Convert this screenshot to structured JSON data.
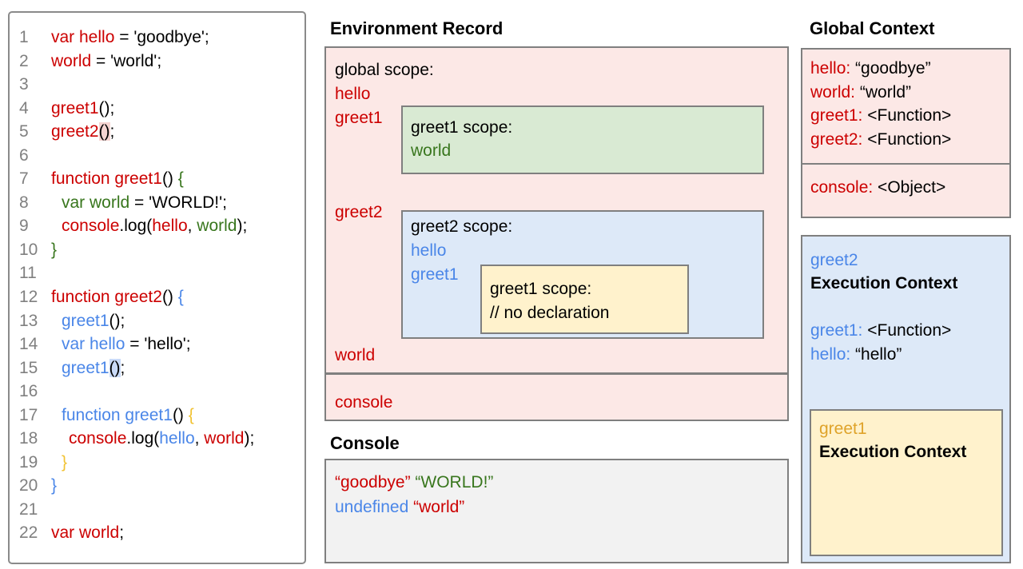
{
  "colors": {
    "accent_red": "#cc0000",
    "accent_green": "#38761d",
    "accent_blue": "#4a86e8",
    "accent_gold": "#f1c232",
    "pink_bg": "#fce8e6",
    "green_bg": "#d9ead3",
    "blue_bg": "#dde9f8",
    "yellow_bg": "#fff2cc",
    "gray_bg": "#f2f2f2"
  },
  "code_panel": {
    "lines": [
      {
        "num": "1",
        "indent": 0,
        "segs": [
          {
            "t": "var hello",
            "c": "red"
          },
          {
            "t": " = 'goodbye';",
            "c": "black"
          }
        ]
      },
      {
        "num": "2",
        "indent": 0,
        "segs": [
          {
            "t": "world",
            "c": "red"
          },
          {
            "t": " = 'world';",
            "c": "black"
          }
        ]
      },
      {
        "num": "3",
        "indent": 0,
        "segs": []
      },
      {
        "num": "4",
        "indent": 0,
        "segs": [
          {
            "t": "greet1",
            "c": "red"
          },
          {
            "t": "();",
            "c": "black"
          }
        ]
      },
      {
        "num": "5",
        "indent": 0,
        "segs": [
          {
            "t": "greet2",
            "c": "red"
          },
          {
            "t": "()",
            "c": "black",
            "hl": "pink"
          },
          {
            "t": ";",
            "c": "black"
          }
        ]
      },
      {
        "num": "6",
        "indent": 0,
        "segs": []
      },
      {
        "num": "7",
        "indent": 0,
        "segs": [
          {
            "t": "function greet1",
            "c": "red"
          },
          {
            "t": "() ",
            "c": "black"
          },
          {
            "t": "{",
            "c": "green"
          }
        ]
      },
      {
        "num": "8",
        "indent": 1,
        "segs": [
          {
            "t": "var world",
            "c": "green"
          },
          {
            "t": " = 'WORLD!';",
            "c": "black"
          }
        ]
      },
      {
        "num": "9",
        "indent": 1,
        "segs": [
          {
            "t": "console",
            "c": "red"
          },
          {
            "t": ".log(",
            "c": "black"
          },
          {
            "t": "hello",
            "c": "red"
          },
          {
            "t": ", ",
            "c": "black"
          },
          {
            "t": "world",
            "c": "green"
          },
          {
            "t": ");",
            "c": "black"
          }
        ]
      },
      {
        "num": "10",
        "indent": 0,
        "segs": [
          {
            "t": "}",
            "c": "green"
          }
        ]
      },
      {
        "num": "11",
        "indent": 0,
        "segs": []
      },
      {
        "num": "12",
        "indent": 0,
        "segs": [
          {
            "t": "function greet2",
            "c": "red"
          },
          {
            "t": "() ",
            "c": "black"
          },
          {
            "t": "{",
            "c": "blue"
          }
        ]
      },
      {
        "num": "13",
        "indent": 1,
        "segs": [
          {
            "t": "greet1",
            "c": "blue"
          },
          {
            "t": "();",
            "c": "black"
          }
        ]
      },
      {
        "num": "14",
        "indent": 1,
        "segs": [
          {
            "t": "var hello",
            "c": "blue"
          },
          {
            "t": " = 'hello';",
            "c": "black"
          }
        ]
      },
      {
        "num": "15",
        "indent": 1,
        "segs": [
          {
            "t": "greet1",
            "c": "blue"
          },
          {
            "t": "()",
            "c": "black",
            "hl": "blue"
          },
          {
            "t": ";",
            "c": "black"
          }
        ]
      },
      {
        "num": "16",
        "indent": 0,
        "segs": []
      },
      {
        "num": "17",
        "indent": 1,
        "segs": [
          {
            "t": "function greet1",
            "c": "blue"
          },
          {
            "t": "() ",
            "c": "black"
          },
          {
            "t": "{",
            "c": "gold"
          }
        ]
      },
      {
        "num": "18",
        "indent": 2,
        "segs": [
          {
            "t": "console",
            "c": "red"
          },
          {
            "t": ".log(",
            "c": "black"
          },
          {
            "t": "hello",
            "c": "blue"
          },
          {
            "t": ", ",
            "c": "black"
          },
          {
            "t": "world",
            "c": "red"
          },
          {
            "t": ");",
            "c": "black"
          }
        ]
      },
      {
        "num": "19",
        "indent": 1,
        "segs": [
          {
            "t": "}",
            "c": "gold"
          }
        ]
      },
      {
        "num": "20",
        "indent": 0,
        "segs": [
          {
            "t": "}",
            "c": "blue"
          }
        ]
      },
      {
        "num": "21",
        "indent": 0,
        "segs": []
      },
      {
        "num": "22",
        "indent": 0,
        "segs": [
          {
            "t": "var world",
            "c": "red"
          },
          {
            "t": ";",
            "c": "black"
          }
        ]
      }
    ]
  },
  "environment_record": {
    "title": "Environment Record",
    "global_scope_label": "global scope:",
    "hello_label": "hello",
    "greet1_label": "greet1",
    "greet2_label": "greet2",
    "world_label": "world",
    "console_label": "console",
    "greet1_scope": {
      "label": "greet1 scope:",
      "world_label": "world"
    },
    "greet2_scope": {
      "label": "greet2 scope:",
      "hello_label": "hello",
      "greet1_label": "greet1",
      "nested_greet1_scope": {
        "label": "greet1 scope:",
        "comment": "// no declaration"
      }
    }
  },
  "console_panel": {
    "title": "Console",
    "lines": [
      {
        "segs": [
          {
            "t": "“goodbye”",
            "c": "red"
          },
          {
            "t": " ",
            "c": "black"
          },
          {
            "t": "“WORLD!”",
            "c": "green"
          }
        ]
      },
      {
        "segs": [
          {
            "t": "undefined",
            "c": "blue"
          },
          {
            "t": " ",
            "c": "black"
          },
          {
            "t": "“world”",
            "c": "red"
          }
        ]
      }
    ]
  },
  "global_context": {
    "title": "Global Context",
    "entries": [
      {
        "segs": [
          {
            "t": "hello:",
            "c": "red"
          },
          {
            "t": " “goodbye”",
            "c": "black"
          }
        ]
      },
      {
        "segs": [
          {
            "t": "world:",
            "c": "red"
          },
          {
            "t": " “world”",
            "c": "black"
          }
        ]
      },
      {
        "segs": [
          {
            "t": "greet1:",
            "c": "red"
          },
          {
            "t": " <Function>",
            "c": "black"
          }
        ]
      },
      {
        "segs": [
          {
            "t": "greet2:",
            "c": "red"
          },
          {
            "t": " <Function>",
            "c": "black"
          }
        ]
      }
    ],
    "console_entry": {
      "segs": [
        {
          "t": "console:",
          "c": "red"
        },
        {
          "t": " <Object>",
          "c": "black"
        }
      ]
    }
  },
  "greet2_execution_context": {
    "name": "greet2",
    "title": "Execution Context",
    "entries": [
      {
        "segs": [
          {
            "t": "greet1:",
            "c": "blue"
          },
          {
            "t": " <Function>",
            "c": "black"
          }
        ]
      },
      {
        "segs": [
          {
            "t": "hello:",
            "c": "blue"
          },
          {
            "t": " “hello”",
            "c": "black"
          }
        ]
      }
    ],
    "greet1_execution_context": {
      "name": "greet1",
      "title": "Execution Context"
    }
  }
}
